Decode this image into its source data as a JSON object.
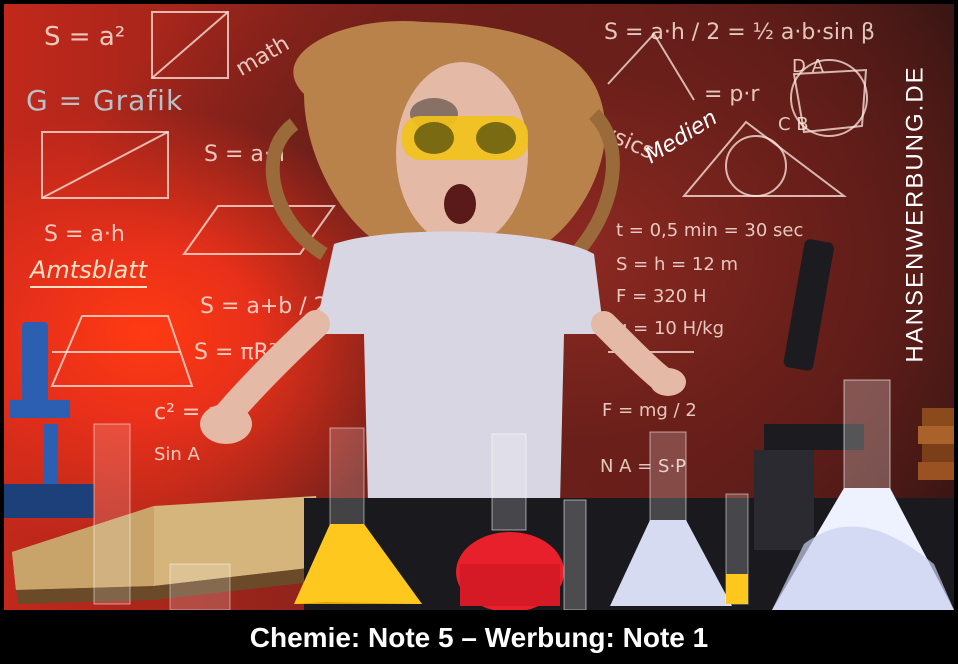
{
  "overlay_labels": {
    "grafik": "G = Grafik",
    "amtsblatt": "Amtsblatt",
    "medien": "Medien",
    "brand": "HANSENWERBUNG.DE"
  },
  "chalkboard_text": {
    "s_a2": "S = a²",
    "math": "math",
    "s_ah_half": "S = a·h / 2 = ½ a·b·sin β",
    "eq_pr": "= p·r",
    "s_ah": "S = a·h",
    "s_ab_half": "S = a+b / 2",
    "s_pir2": "S = πR²",
    "c2": "c² = a²",
    "sin": "Sin A",
    "physics": "physics",
    "t_min": "t = 0,5 min = 30 sec",
    "s_h": "S = h = 12 m",
    "f_val": "F = 320 H",
    "g_val": "g = 10 H/kg",
    "f_mg": "F = mg / 2",
    "na": "N  A = S·P",
    "d_a": "D   A",
    "c_b": "C   B",
    "s_dah": "S = a·h"
  },
  "caption": {
    "text": "Chemie: Note 5 – Werbung: Note 1"
  },
  "colors": {
    "board_bright": "#ff3a12",
    "board_dark": "#3a1614",
    "caption_bg": "#000000",
    "caption_text": "#ffffff",
    "yellow_liquid": "#ffc81e",
    "red_liquid": "#e8202c",
    "white_foam": "#eef2ff"
  }
}
